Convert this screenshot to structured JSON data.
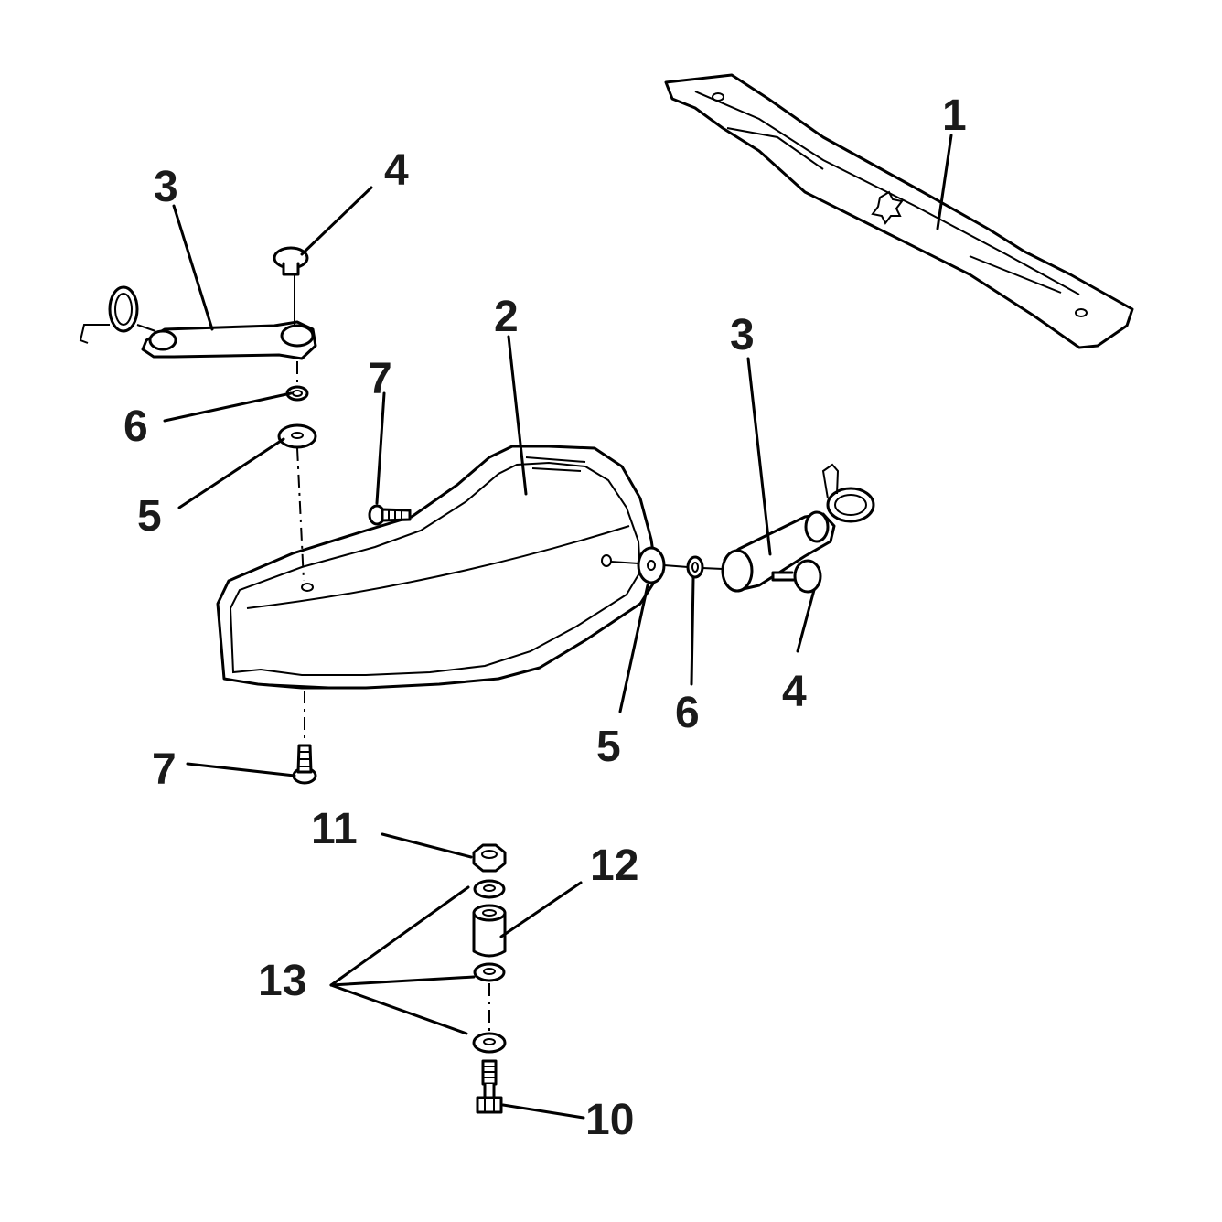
{
  "callouts": {
    "c1": "1",
    "c2": "2",
    "c3_left": "3",
    "c3_right": "3",
    "c4_left": "4",
    "c4_right": "4",
    "c5_left": "5",
    "c5_right": "5",
    "c6_left": "6",
    "c6_right": "6",
    "c7_top": "7",
    "c7_bottom": "7",
    "c10": "10",
    "c11": "11",
    "c12": "12",
    "c13": "13"
  }
}
